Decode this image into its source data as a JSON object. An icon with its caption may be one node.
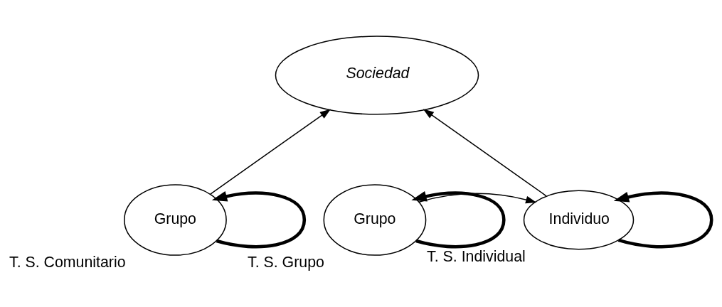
{
  "diagram": {
    "nodes": [
      {
        "text": [
          "Sociedad"
        ]
      },
      {
        "text": [
          "Grupo"
        ],
        "beside": [
          "T. S. Comunitario"
        ]
      },
      {
        "text": [
          "Grupo"
        ],
        "beside": [
          "T. S. Grupo"
        ]
      },
      {
        "text": [
          "Individuo"
        ],
        "beside": [
          "T. S. Individual"
        ]
      }
    ],
    "edges": [
      {
        "from": 1,
        "to": 0,
        "arrow": "to"
      },
      {
        "from": 3,
        "to": 0,
        "arrow": "to"
      },
      {
        "from": 2,
        "to": 3,
        "arrow": "to"
      },
      {
        "from": 1,
        "to": 1,
        "arrow": "to",
        "style": "thick"
      },
      {
        "from": 2,
        "to": 2,
        "arrow": "to",
        "style": "thick"
      },
      {
        "from": 3,
        "to": 3,
        "arrow": "to",
        "style": "thick"
      }
    ]
  }
}
